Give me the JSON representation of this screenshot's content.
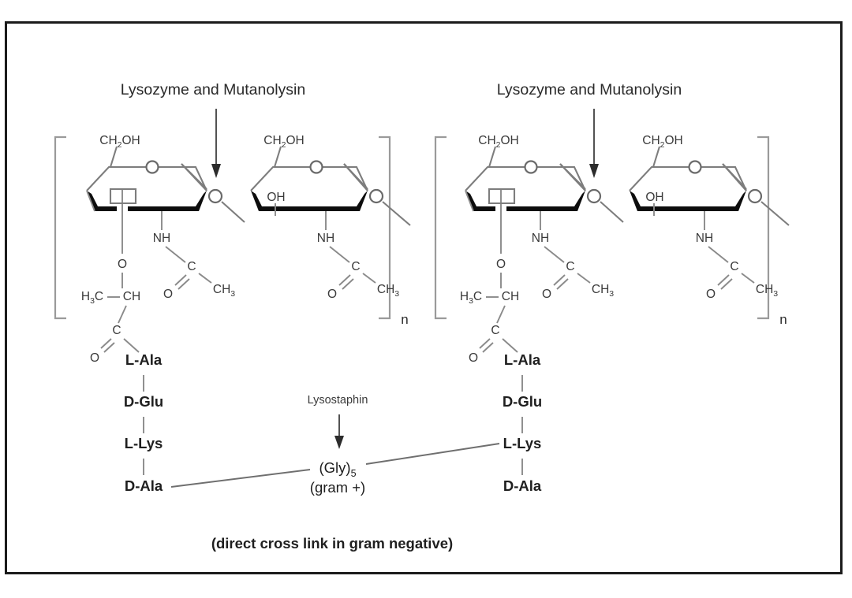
{
  "figure": {
    "title": "Peptidoglycan cleavage sites diagram",
    "background_color": "#ffffff",
    "frame_color": "#1b1b1b"
  },
  "enzyme_labels": {
    "left": "Lysozyme and Mutanolysin",
    "right": "Lysozyme and Mutanolysin",
    "crossbridge": "Lysostaphin"
  },
  "repeat_subscript": {
    "left": "n",
    "right": "n"
  },
  "atoms": {
    "ch2oh": "CH",
    "ch2oh_sub": "2",
    "ch2oh_tail": "OH",
    "oxygen": "O",
    "oh": "OH",
    "nh": "NH",
    "carbon": "C",
    "ch3": "CH",
    "ch3_sub": "3",
    "h3c": "H",
    "h3c_sub": "3",
    "h3c_tail": "C",
    "ch": "CH"
  },
  "peptide_chain": {
    "left": [
      "L-Ala",
      "D-Glu",
      "L-Lys",
      "D-Ala"
    ],
    "right": [
      "L-Ala",
      "D-Glu",
      "L-Lys",
      "D-Ala"
    ]
  },
  "crossbridge": {
    "label": "(Gly)",
    "subscript": "5",
    "qualifier": "(gram +)"
  },
  "caption": "(direct cross link in gram negative)",
  "colors": {
    "bond": "#7d7d7d",
    "bold_bond": "#0d0d0d",
    "text": "#1f1f1f",
    "bracket": "#9a9a9a",
    "arrow": "#2c2c2c"
  }
}
